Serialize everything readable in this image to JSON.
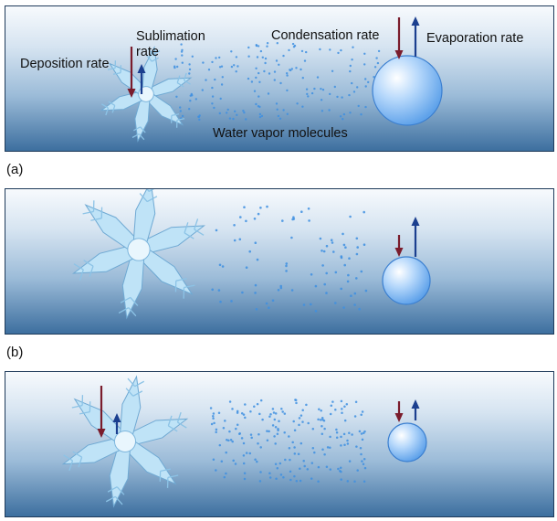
{
  "panels": [
    {
      "label": "(a)",
      "annotations": {
        "deposition": "Deposition rate",
        "sublimation": "Sublimation rate",
        "condensation": "Condensation rate",
        "evaporation": "Evaporation rate",
        "vapor": "Water vapor molecules"
      }
    },
    {
      "label": "(b)"
    },
    {
      "label": ""
    }
  ],
  "colors": {
    "deposition_arrow": "#7a1c2c",
    "sublimation_arrow": "#1b3f8f",
    "condensation_arrow": "#7a1c2c",
    "evaporation_arrow": "#1b3f8f",
    "droplet": "#5fa2ea",
    "snowflake": "#bfe3f7",
    "molecule": "#3e8fe0",
    "panel_border": "#1e3a5a"
  },
  "icons": [
    "snowflake-icon",
    "water-droplet-icon",
    "vapor-molecule-dot",
    "up-arrow-icon",
    "down-arrow-icon"
  ]
}
